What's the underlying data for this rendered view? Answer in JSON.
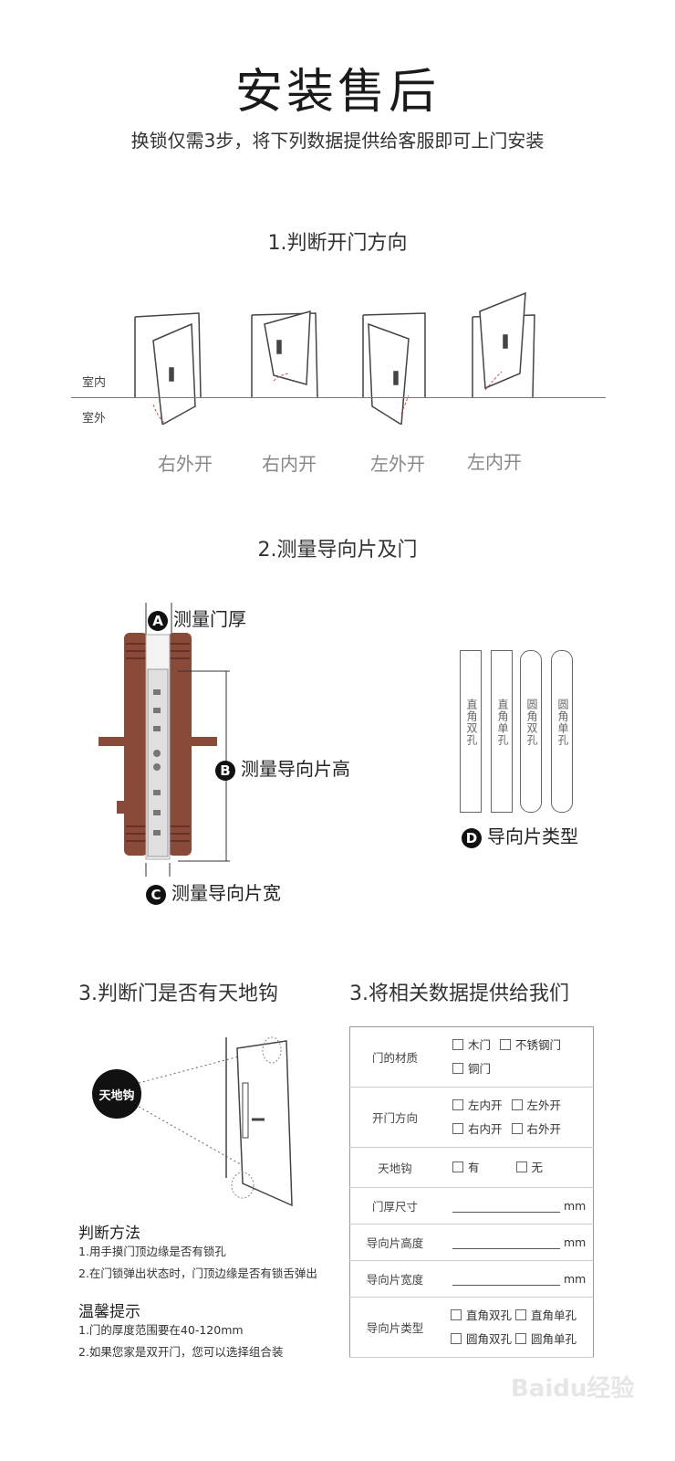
{
  "header": {
    "title": "安装售后",
    "subtitle": "换锁仅需3步，将下列数据提供给客服即可上门安装"
  },
  "step1": {
    "title": "1.判断开门方向",
    "indoor": "室内",
    "outdoor": "室外",
    "doors": [
      "右外开",
      "右内开",
      "左外开",
      "左内开"
    ]
  },
  "step2": {
    "title": "2.测量导向片及门",
    "a_badge": "A",
    "a_label": "测量门厚",
    "b_badge": "B",
    "b_label": "测量导向片高",
    "c_badge": "C",
    "c_label": "测量导向片宽",
    "d_badge": "D",
    "d_label": "导向片类型",
    "plates": [
      "直角双孔",
      "直角单孔",
      "圆角双孔",
      "圆角单孔"
    ]
  },
  "step3a": {
    "title": "3.判断门是否有天地钩",
    "hook_label": "天地钩",
    "method_title": "判断方法",
    "method_items": [
      "1.用手摸门顶边缘是否有锁孔",
      "2.在门锁弹出状态时，门顶边缘是否有锁舌弹出"
    ],
    "tips_title": "温馨提示",
    "tips_items": [
      "1.门的厚度范围要在40-120mm",
      "2.如果您家是双开门，您可以选择组合装"
    ]
  },
  "step3b": {
    "title": "3.将相关数据提供给我们",
    "rows": {
      "material": {
        "label": "门的材质",
        "opts": [
          "木门",
          "不锈钢门",
          "铜门"
        ]
      },
      "direction": {
        "label": "开门方向",
        "opts": [
          "左内开",
          "左外开",
          "右内开",
          "右外开"
        ]
      },
      "hook": {
        "label": "天地钩",
        "opts": [
          "有",
          "无"
        ]
      },
      "thickness": {
        "label": "门厚尺寸",
        "unit": "mm"
      },
      "height": {
        "label": "导向片高度",
        "unit": "mm"
      },
      "width": {
        "label": "导向片宽度",
        "unit": "mm"
      },
      "type": {
        "label": "导向片类型",
        "opts": [
          "直角双孔",
          "直角单孔",
          "圆角双孔",
          "圆角单孔"
        ]
      }
    }
  },
  "watermark": "Baidu经验"
}
